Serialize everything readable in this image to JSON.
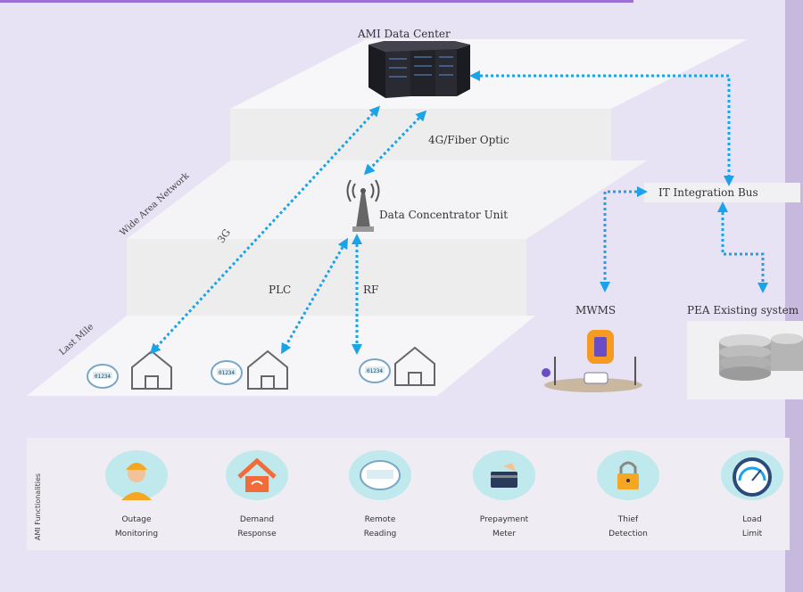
{
  "layers": {
    "wan_label": "Wide Area Network",
    "last_mile_label": "Last Mile"
  },
  "nodes": {
    "data_center": "AMI Data Center",
    "fiber": "4G/Fiber Optic",
    "dcu": "Data Concentrator Unit",
    "it_bus": "IT Integration Bus",
    "mwms": "MWMS",
    "pea": "PEA Existing system"
  },
  "links": {
    "g3": "3G",
    "plc": "PLC",
    "rf": "RF"
  },
  "meter_reading": "01234",
  "functionalities": {
    "title": "AMI Functionalities",
    "items": [
      {
        "line1": "Outage",
        "line2": "Monitoring",
        "icon": "worker-icon"
      },
      {
        "line1": "Demand",
        "line2": "Response",
        "icon": "smart-home-icon"
      },
      {
        "line1": "Remote",
        "line2": "Reading",
        "icon": "smart-meter-icon"
      },
      {
        "line1": "Prepayment",
        "line2": "Meter",
        "icon": "card-payment-icon"
      },
      {
        "line1": "Thief",
        "line2": "Detection",
        "icon": "padlock-icon"
      },
      {
        "line1": "Load",
        "line2": "Limit",
        "icon": "gauge-icon"
      }
    ]
  },
  "colors": {
    "link": "#1aa3e8",
    "background": "#e8e2f5",
    "accent": "#9c6fd6",
    "icon_bg": "#bfe9ec"
  }
}
